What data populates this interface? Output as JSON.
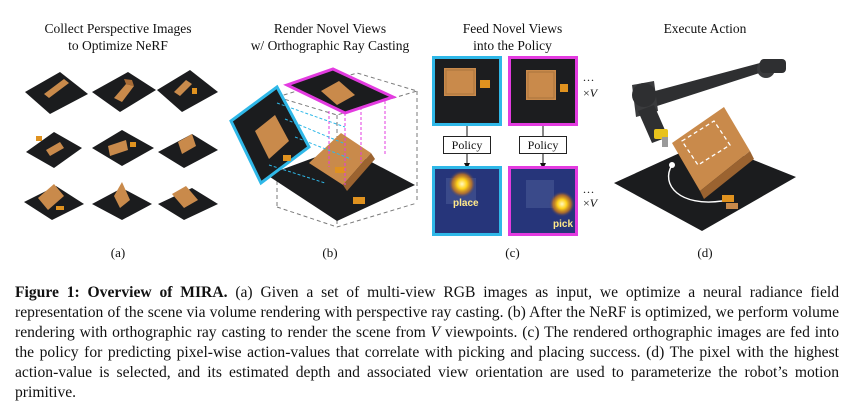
{
  "panels": {
    "a": {
      "title": "Collect Perspective Images\nto Optimize NeRF",
      "label": "(a)"
    },
    "b": {
      "title": "Render Novel Views\nw/ Orthographic Ray Casting",
      "label": "(b)"
    },
    "c": {
      "title": "Feed Novel Views\ninto the Policy",
      "label": "(c)",
      "policy_left": "Policy",
      "policy_right": "Policy",
      "place_label": "place",
      "pick_label": "pick",
      "dots_top": "...",
      "dots_bottom": "...",
      "times": "×",
      "v": "V"
    },
    "d": {
      "title": "Execute Action",
      "label": "(d)"
    }
  },
  "caption": {
    "figure_label": "Figure 1:",
    "figure_title": "Overview of MIRA.",
    "text_1": " (a) Given a set of multi-view RGB images as input, we optimize a neural radiance field representation of the scene via volume rendering with perspective ray casting. (b) After the NeRF is optimized, we perform volume rendering with orthographic ray casting to render the scene from ",
    "v_symbol": "V",
    "text_2": " viewpoints. (c) The rendered orthographic images are fed into the policy for predicting pixel-wise action-values that correlate with picking and placing success. (d) The pixel with the highest action-value is selected, and its estimated depth and associated view orientation are used to parameterize the robot’s motion primitive."
  },
  "colors": {
    "cyan": "#2fb8e8",
    "magenta": "#e33be0",
    "board": "#1b1c1e",
    "wood": "#c98a4b",
    "heat_bg": "#26357a",
    "heat_glow": "#ffd21a",
    "robot": "#2e2f31",
    "gripper": "#e8c21c"
  },
  "icons": {
    "gripper": "robot-arm-icon"
  }
}
